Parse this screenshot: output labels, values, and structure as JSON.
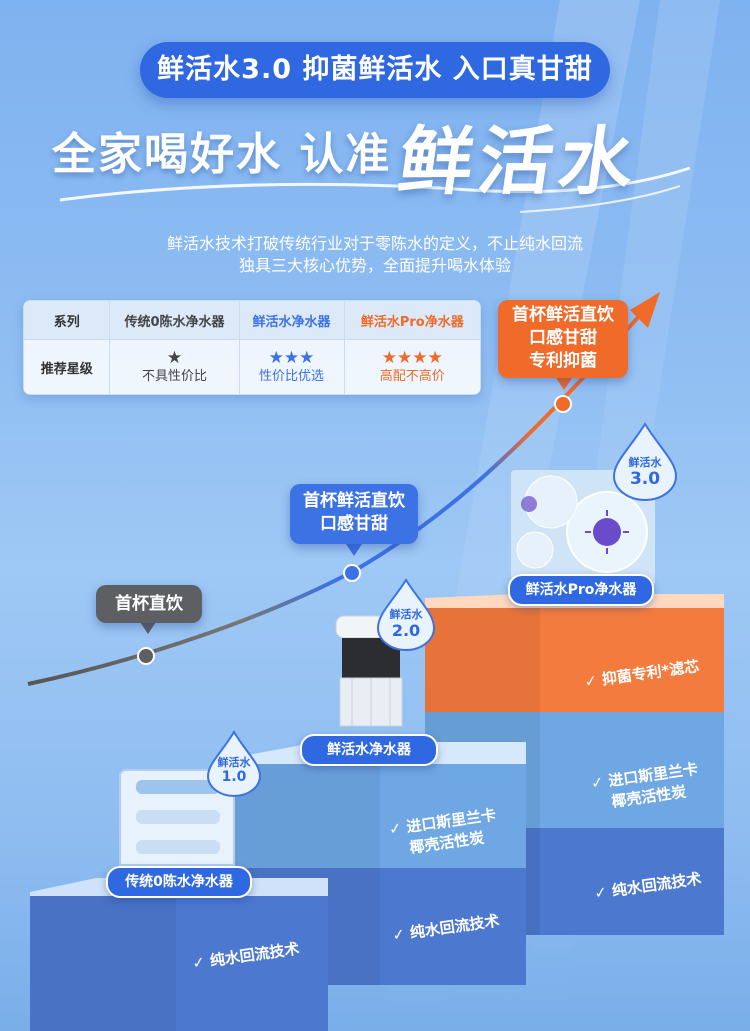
{
  "header": {
    "pill": "鲜活水3.0 抑菌鲜活水 入口真甘甜",
    "headline": "全家喝好水 认准",
    "brand": "鲜活水",
    "desc_line1": "鲜活水技术打破传统行业对于零陈水的定义，不止纯水回流",
    "desc_line2": "独具三大核心优势，全面提升喝水体验"
  },
  "table": {
    "col_series": "系列",
    "col_a": "传统0陈水净水器",
    "col_b": "鲜活水净水器",
    "col_c": "鲜活水Pro净水器",
    "row_label": "推荐星级",
    "a_stars": "★",
    "a_note": "不具性价比",
    "b_stars": "★★★",
    "b_note": "性价比优选",
    "c_stars": "★★★★",
    "c_note": "高配不高价"
  },
  "bubbles": {
    "gray": "首杯直饮",
    "blue_l1": "首杯鲜活直饮",
    "blue_l2": "口感甘甜",
    "orange_l1": "首杯鲜活直饮",
    "orange_l2": "口感甘甜",
    "orange_l3": "专利抑菌"
  },
  "drops": {
    "v1_top": "鲜活水",
    "v1_ver": "1.0",
    "v2_top": "鲜活水",
    "v2_ver": "2.0",
    "v3_top": "鲜活水",
    "v3_ver": "3.0"
  },
  "products": {
    "p1": "传统0陈水净水器",
    "p2": "鲜活水净水器",
    "p3": "鲜活水Pro净水器"
  },
  "features": {
    "s1_f1": "✓ 纯水回流技术",
    "s2_f1_l1": "✓ 进口斯里兰卡",
    "s2_f1_l2": "椰壳活性炭",
    "s2_f2": "✓ 纯水回流技术",
    "s3_f1": "✓ 抑菌专利*滤芯",
    "s3_f2_l1": "✓ 进口斯里兰卡",
    "s3_f2_l2": "椰壳活性炭",
    "s3_f3": "✓ 纯水回流技术"
  },
  "colors": {
    "brand_blue": "#2f68e0",
    "accent_orange": "#f06a2a",
    "gray_bubble": "#5d5f62",
    "orange_stars": "#f06a2a",
    "blue_stars": "#3d72e4"
  }
}
